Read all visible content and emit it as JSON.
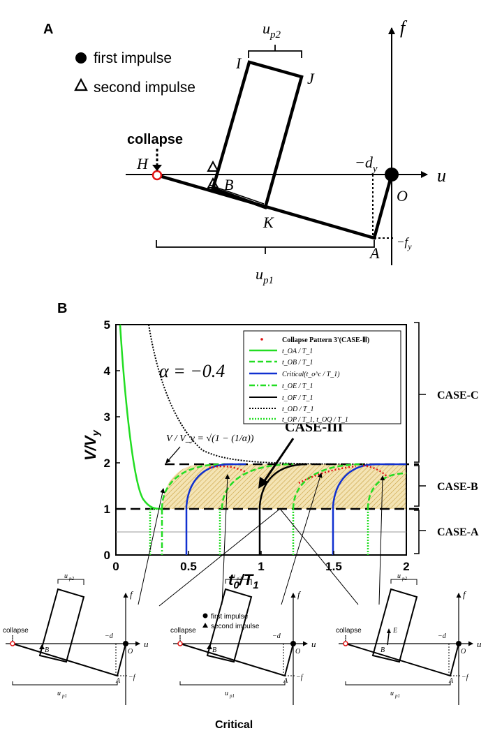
{
  "panelA": {
    "label": "A",
    "legend": {
      "first": "first impulse",
      "second": "second impulse"
    },
    "axes": {
      "f": "f",
      "u": "u"
    },
    "points": {
      "H": "H",
      "I": "I",
      "J": "J",
      "K": "K",
      "A": "A",
      "O": "O",
      "B": "B"
    },
    "labels": {
      "up2": "u",
      "up2sub": "p2",
      "up1": "u",
      "up1sub": "p1",
      "dy": "−d",
      "dysub": "y",
      "fy": "−f",
      "fysub": "y",
      "collapse": "collapse"
    }
  },
  "panelB": {
    "label": "B",
    "alpha": "α = −0.4",
    "formula": "V / V_y = √(1 − (1/α))",
    "case_iii": "CASE-III",
    "cases": [
      "CASE-C",
      "CASE-B",
      "CASE-A"
    ],
    "legend": [
      "Collapse Pattern 3'(CASE-Ⅲ)",
      "t_OA / T_1",
      "t_OB / T_1",
      "Critical(t_o^c / T_1)",
      "t_OE / T_1",
      "t_OF / T_1",
      "t_OD / T_1",
      "t_OP / T_1, t_OQ / T_1"
    ],
    "colors": {
      "green": "#22dd22",
      "blue": "#1030d0",
      "red": "#e01010",
      "hatch": "#c8a040",
      "fill": "#f2e2b0"
    }
  },
  "chart_data": {
    "type": "line",
    "xlabel": "t_0/T_1",
    "ylabel": "V/V_y",
    "xlim": [
      0,
      2
    ],
    "ylim": [
      0,
      5
    ],
    "xticks": [
      "0",
      "0.5",
      "1",
      "1.5",
      "2"
    ],
    "yticks": [
      "0",
      "1",
      "2",
      "3",
      "4",
      "5"
    ],
    "reference_lines": [
      1.0,
      1.87,
      0.5
    ]
  },
  "thumbnails": {
    "collapse": "collapse",
    "f": "f",
    "u": "u",
    "O": "O",
    "A": "A",
    "B": "B",
    "E": "E",
    "up2": "u",
    "up1": "u",
    "p2": "p2",
    "p1": "p1",
    "dy": "−d",
    "fy": "−f",
    "y": "y",
    "legend_first": "first impulse",
    "legend_second": "second impulse",
    "critical": "Critical"
  }
}
